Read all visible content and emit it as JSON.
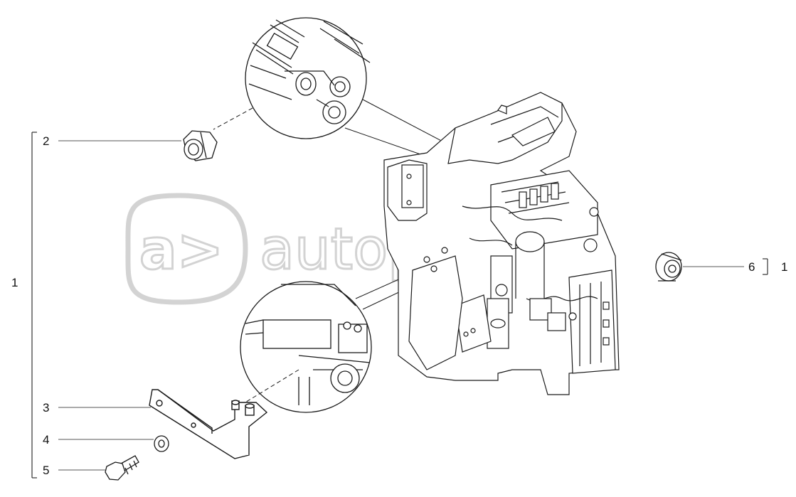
{
  "diagram": {
    "group_label": "1",
    "callouts": [
      {
        "id": "2",
        "label": "2"
      },
      {
        "id": "3",
        "label": "3"
      },
      {
        "id": "4",
        "label": "4"
      },
      {
        "id": "5",
        "label": "5"
      },
      {
        "id": "6",
        "label": "6"
      }
    ],
    "right_group_label": "1"
  },
  "watermark": {
    "logo_glyph": "a>",
    "text": "autopitan.ru",
    "color": "#d8d8d8"
  },
  "colors": {
    "line": "#1a1a1a",
    "leader": "#555555"
  }
}
